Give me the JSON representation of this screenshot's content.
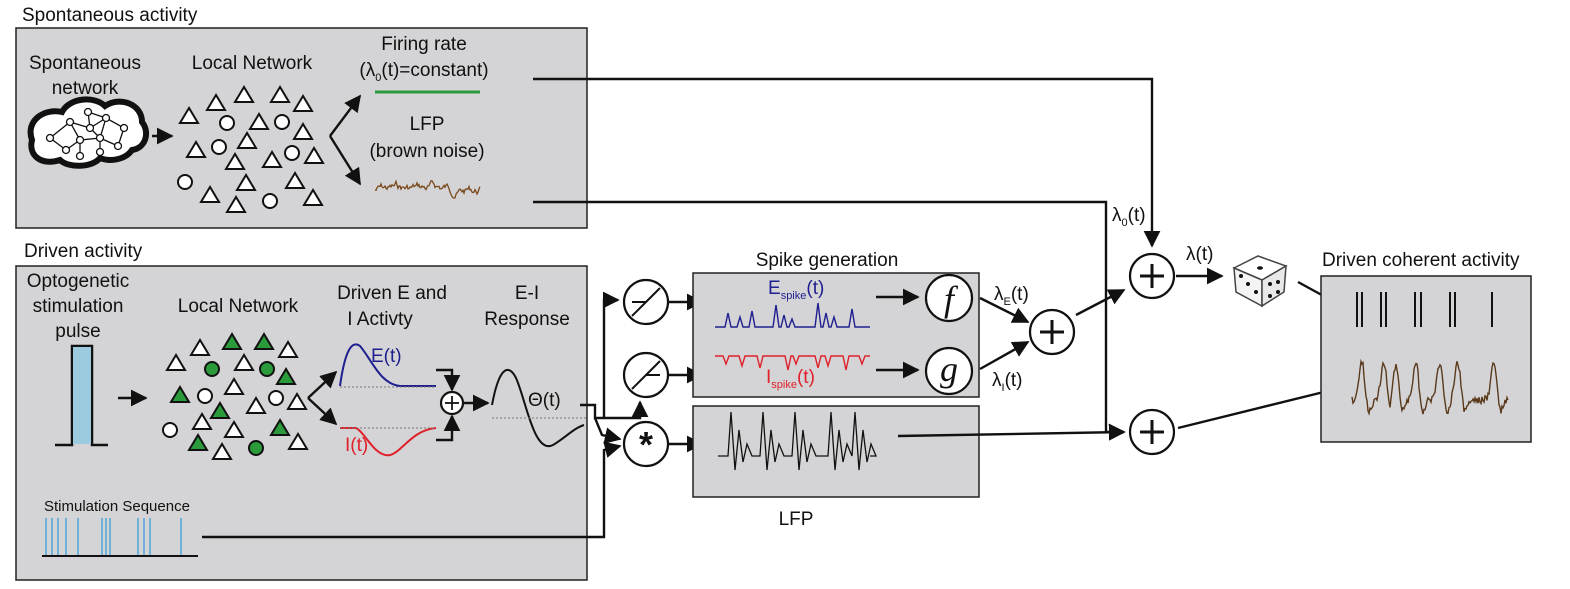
{
  "spontaneous": {
    "section_title": "Spontaneous activity",
    "network_label_1": "Spontaneous",
    "network_label_2": "network",
    "local_network": "Local Network",
    "firing_rate_1": "Firing rate",
    "firing_rate_2a": "(λ",
    "firing_rate_2sub": "0",
    "firing_rate_2b": "(t)=constant)",
    "lfp_1": "LFP",
    "lfp_2": "(brown noise)"
  },
  "driven": {
    "section_title": "Driven activity",
    "opto_1": "Optogenetic",
    "opto_2": "stimulation",
    "opto_3": "pulse",
    "local_network": "Local Network",
    "ei_1": "Driven E and",
    "ei_2": "I Activty",
    "et": "E(t)",
    "it": "I(t)",
    "resp_1": "E-I",
    "resp_2": "Response",
    "theta": "Θ(t)",
    "stim_seq": "Stimulation Sequence"
  },
  "spike_generation": {
    "title": "Spike generation",
    "e_main": "E",
    "e_sub": "spike",
    "e_tail": "(t)",
    "i_main": "I",
    "i_sub": "spike",
    "i_tail": "(t)",
    "f": "f",
    "g": "g",
    "lfp": "LFP"
  },
  "combine": {
    "le_main": "λ",
    "le_sub": "E",
    "le_tail": "(t)",
    "li_main": "λ",
    "li_sub": "I",
    "li_tail": "(t)",
    "l0_main": "λ",
    "l0_sub": "0",
    "l0_tail": "(t)",
    "lt": "λ(t)"
  },
  "output": {
    "title": "Driven coherent activity"
  },
  "colors": {
    "panel": "#d4d4d6",
    "green": "#2a9a3a",
    "blue": "#1f1f8f",
    "red": "#e0202a",
    "brown": "#7a4a1c",
    "light_blue": "#9ccbe0"
  }
}
